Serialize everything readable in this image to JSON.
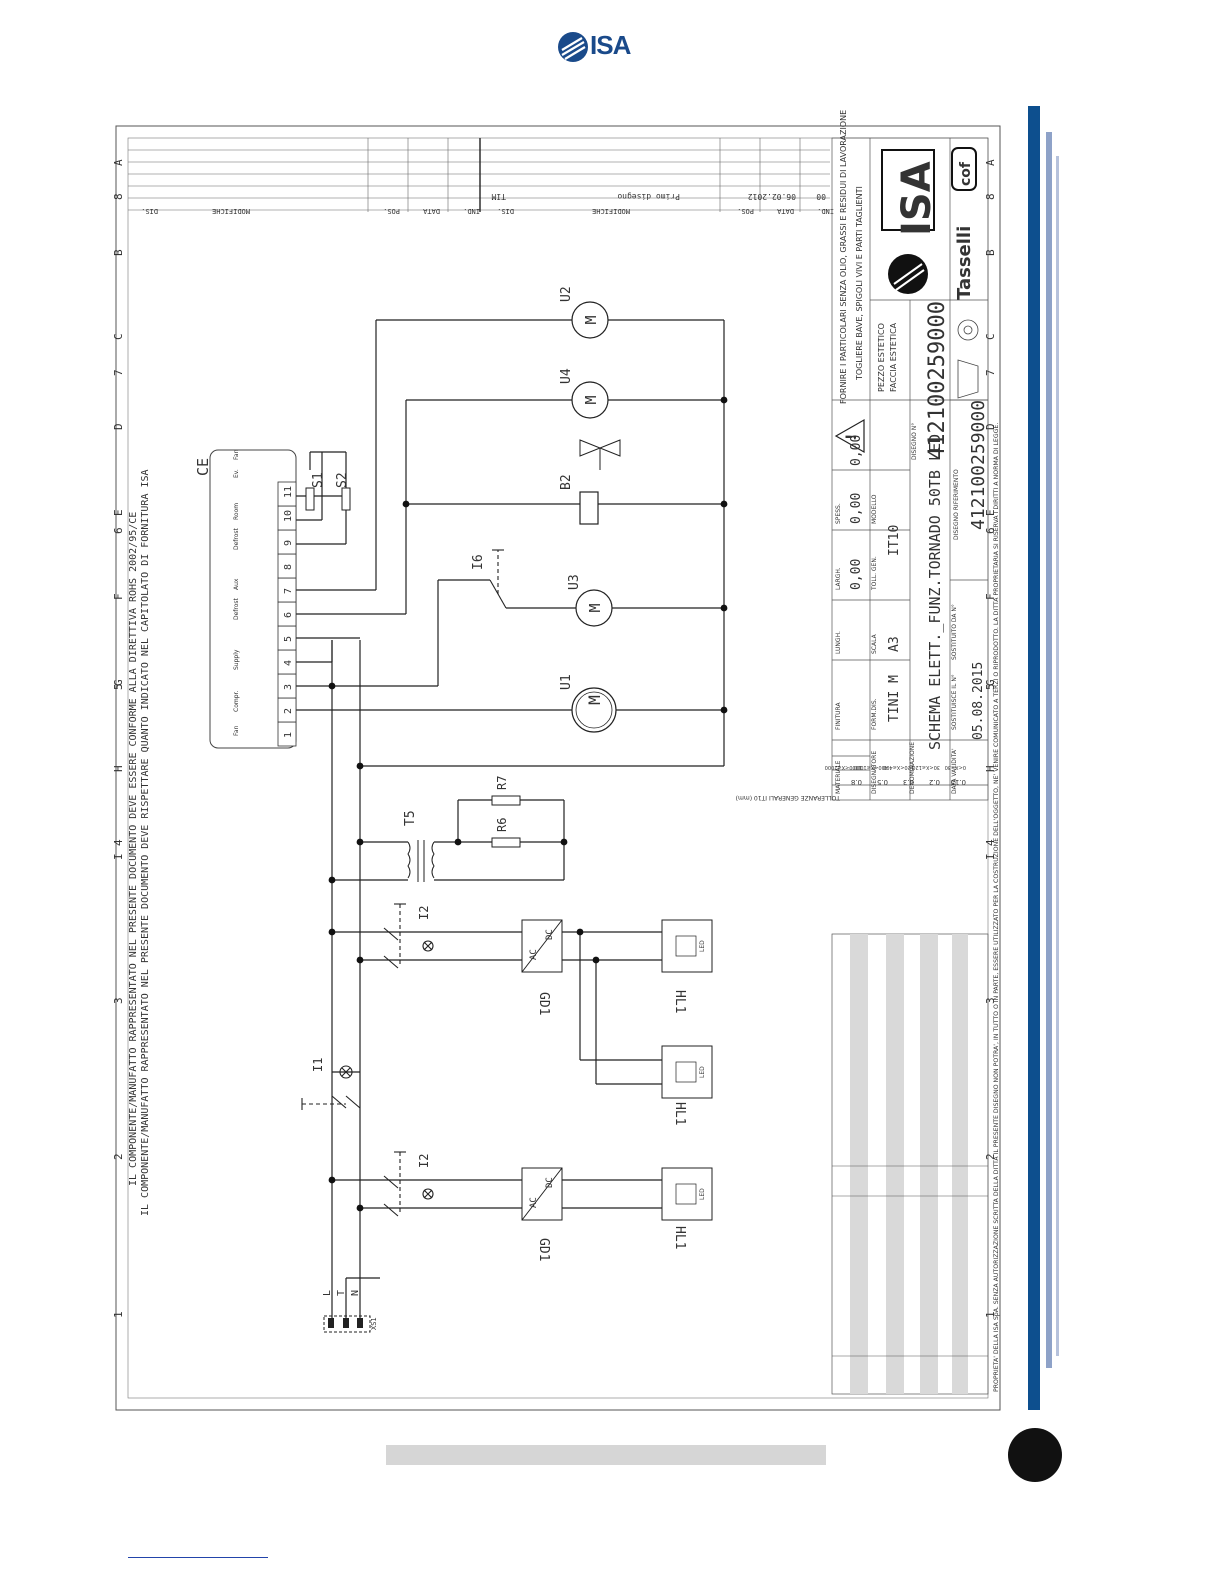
{
  "header": {
    "logo_text": "ISA"
  },
  "drawing": {
    "notice_line1": "IL COMPONENTE/MANUFATTO RAPPRESENTATO NEL PRESENTE DOCUMENTO DEVE ESSERE CONFORME ALLA DIRETTIVA ROHS 2002/95/CE",
    "notice_line2": "IL COMPONENTE/MANUFATTO RAPPRESENTATO NEL PRESENTE DOCUMENTO DEVE RISPETTARE QUANTO INDICATO NEL CAPITOLATO DI FORNITURA ISA",
    "grid_letters": [
      "A",
      "B",
      "C",
      "D",
      "E",
      "F",
      "G",
      "H",
      "I"
    ],
    "grid_numbers": [
      "1",
      "2",
      "3",
      "4",
      "5",
      "6",
      "7",
      "8"
    ],
    "revision_headers": [
      "DIS.",
      "MODIFICHE",
      "POS.",
      "DATA",
      "IND.",
      "DIS.",
      "MODIFICHE",
      "POS.",
      "DATA",
      "IND."
    ],
    "revision_row": {
      "dis": "TIM",
      "modifiche": "Primo disegno",
      "data": "06.02.2012",
      "ind": "00"
    },
    "components": {
      "CE": "CE",
      "U1": "U1",
      "U2": "U2",
      "U3": "U3",
      "U4": "U4",
      "B2": "B2",
      "I6": "I6",
      "S1": "S1",
      "S2": "S2",
      "T5": "T5",
      "R6": "R6",
      "R7": "R7",
      "I1": "I1",
      "I2": "I2",
      "GD1": "GD1",
      "HL1": "HL1",
      "L": "L",
      "T": "T",
      "N": "N",
      "XS1": "XS1",
      "LED": "LED",
      "AC": "AC",
      "DC": "DC"
    },
    "controller_terminals": [
      "1",
      "2",
      "3",
      "4",
      "5",
      "6",
      "7",
      "8",
      "9",
      "10",
      "11"
    ],
    "controller_labels": [
      "Fan",
      "Compr.",
      "Supply",
      "Defrost",
      "Aux",
      "Defrost",
      "Room",
      "Ev.",
      "Fan"
    ],
    "warning": "FORNIRE I PARTICOLARI SENZA OLIO, GRASSI E RESIDUI DI LAVORAZIONE",
    "warning2": "TOGLIERE BAVE, SPIGOLI VIVI E PARTI TAGLIENTI",
    "brand_main": "ISA",
    "brand_sub": "Tasselli",
    "brand_cof": "cof",
    "aesthetic": "PEZZO ESTETICO",
    "aesthetic2": "FACCIA ESTETICA",
    "drawing_number": "412100259000",
    "drawing_number_label": "DISEGNO N°",
    "reference_drawing": "412100259000",
    "reference_label": "DISEGNO RIFERIMENTO",
    "material_label": "MATERIALE",
    "finish_label": "FINITURA",
    "length_label": "LUNGH.",
    "width_label": "LARGH.",
    "thick_label": "SPESS.",
    "length": "0,00",
    "width": "0,00",
    "thick": "0,00",
    "designer_label": "DISEGNATORE",
    "designer": "TINI M",
    "format_label": "FORM.DIS.",
    "format": "A3",
    "scale_label": "SCALA",
    "tol_label": "TOLL. GEN.",
    "tol": "IT10",
    "model_label": "MODELLO",
    "denomination_label": "DENOMINAZIONE",
    "title": "SCHEMA ELETT._FUNZ.TORNADO 50TB LED",
    "valid_label": "DATA VALIDITA'",
    "valid_date": "05.08.2015",
    "replaces_label": "SOSTITUISCE IL N°",
    "replaced_label": "SOSTITUITO DA N°",
    "tolerances_label": "TOLLERANZE GENERALI IT10 (mm)",
    "tolerance_values": [
      "0.15",
      "0.2",
      "0.3",
      "0.5",
      "0.8"
    ],
    "tolerance_ranges": [
      "0<X≤30",
      "30<X≤120",
      "120<X≤400",
      "400<X≤1000",
      "1000<X≤2000"
    ],
    "property_notice": "PROPRIETA' DELLA ISA SpA. SENZA AUTORIZZAZIONE SCRITTA DELLA DITTA IL PRESENTE DISEGNO NON POTRA', IN TUTTO O IN PARTE, ESSERE UTILIZZATO PER LA COSTRUZIONE DELL'OGGETTO, NE' VENIRE COMUNICATO A TERZI O RIPRODOTTO. LA DITTA PROPRIETARIA SI RISERVA I DIRITTI A NORMA DI LEGGE."
  }
}
